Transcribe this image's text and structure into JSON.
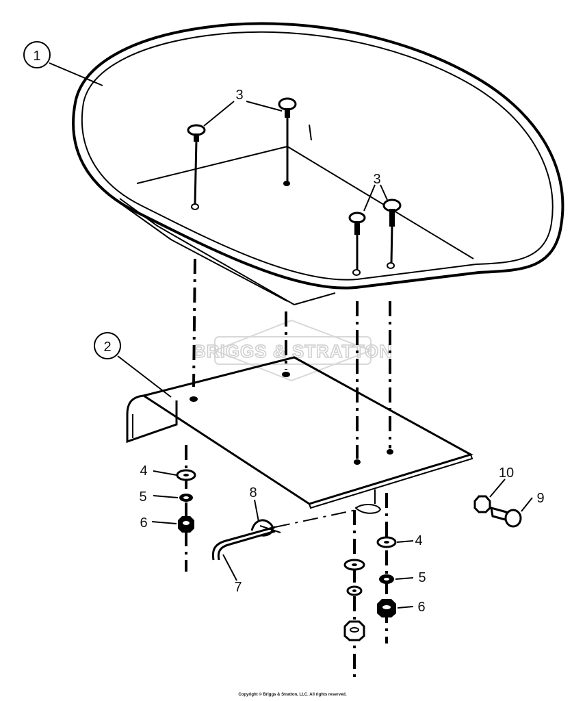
{
  "callouts": {
    "c1": "1",
    "c2": "2",
    "c3a": "3",
    "c3b": "3",
    "c4a": "4",
    "c4b": "4",
    "c5a": "5",
    "c5b": "5",
    "c6a": "6",
    "c6b": "6",
    "c7": "7",
    "c8": "8",
    "c9": "9",
    "c10": "10"
  },
  "watermark": "BRIGGS & STRATTON",
  "copyright": "Copyright © Briggs & Stratton, LLC. All rights reserved.",
  "colors": {
    "ink": "#000000",
    "watermark": "#cfcfcf",
    "background": "#ffffff"
  }
}
